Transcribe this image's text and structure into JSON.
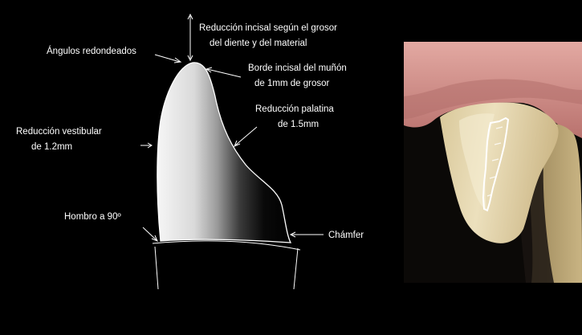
{
  "figure": {
    "background_color": "#000000",
    "label_color": "#ffffff",
    "labels": {
      "incisal_reduction": [
        "Reducción incisal según el grosor",
        "del diente y del material"
      ],
      "rounded_angles": [
        "Ángulos redondeados"
      ],
      "incisal_edge": [
        "Borde incisal del muñón",
        "de 1mm de grosor"
      ],
      "palatal_reduction": [
        "Reducción palatina",
        "de 1.5mm"
      ],
      "buccal_reduction": [
        "Reducción vestibular",
        "de 1.2mm"
      ],
      "shoulder": [
        "Hombro a 90º"
      ],
      "chamfer": [
        "Chámfer"
      ]
    },
    "photo": {
      "subject": "clinical photo of prepared anterior tooth with gingiva",
      "colors": {
        "gum": "#c98a86",
        "tooth": "#e3d3a4",
        "background": "#0b0907"
      }
    }
  }
}
